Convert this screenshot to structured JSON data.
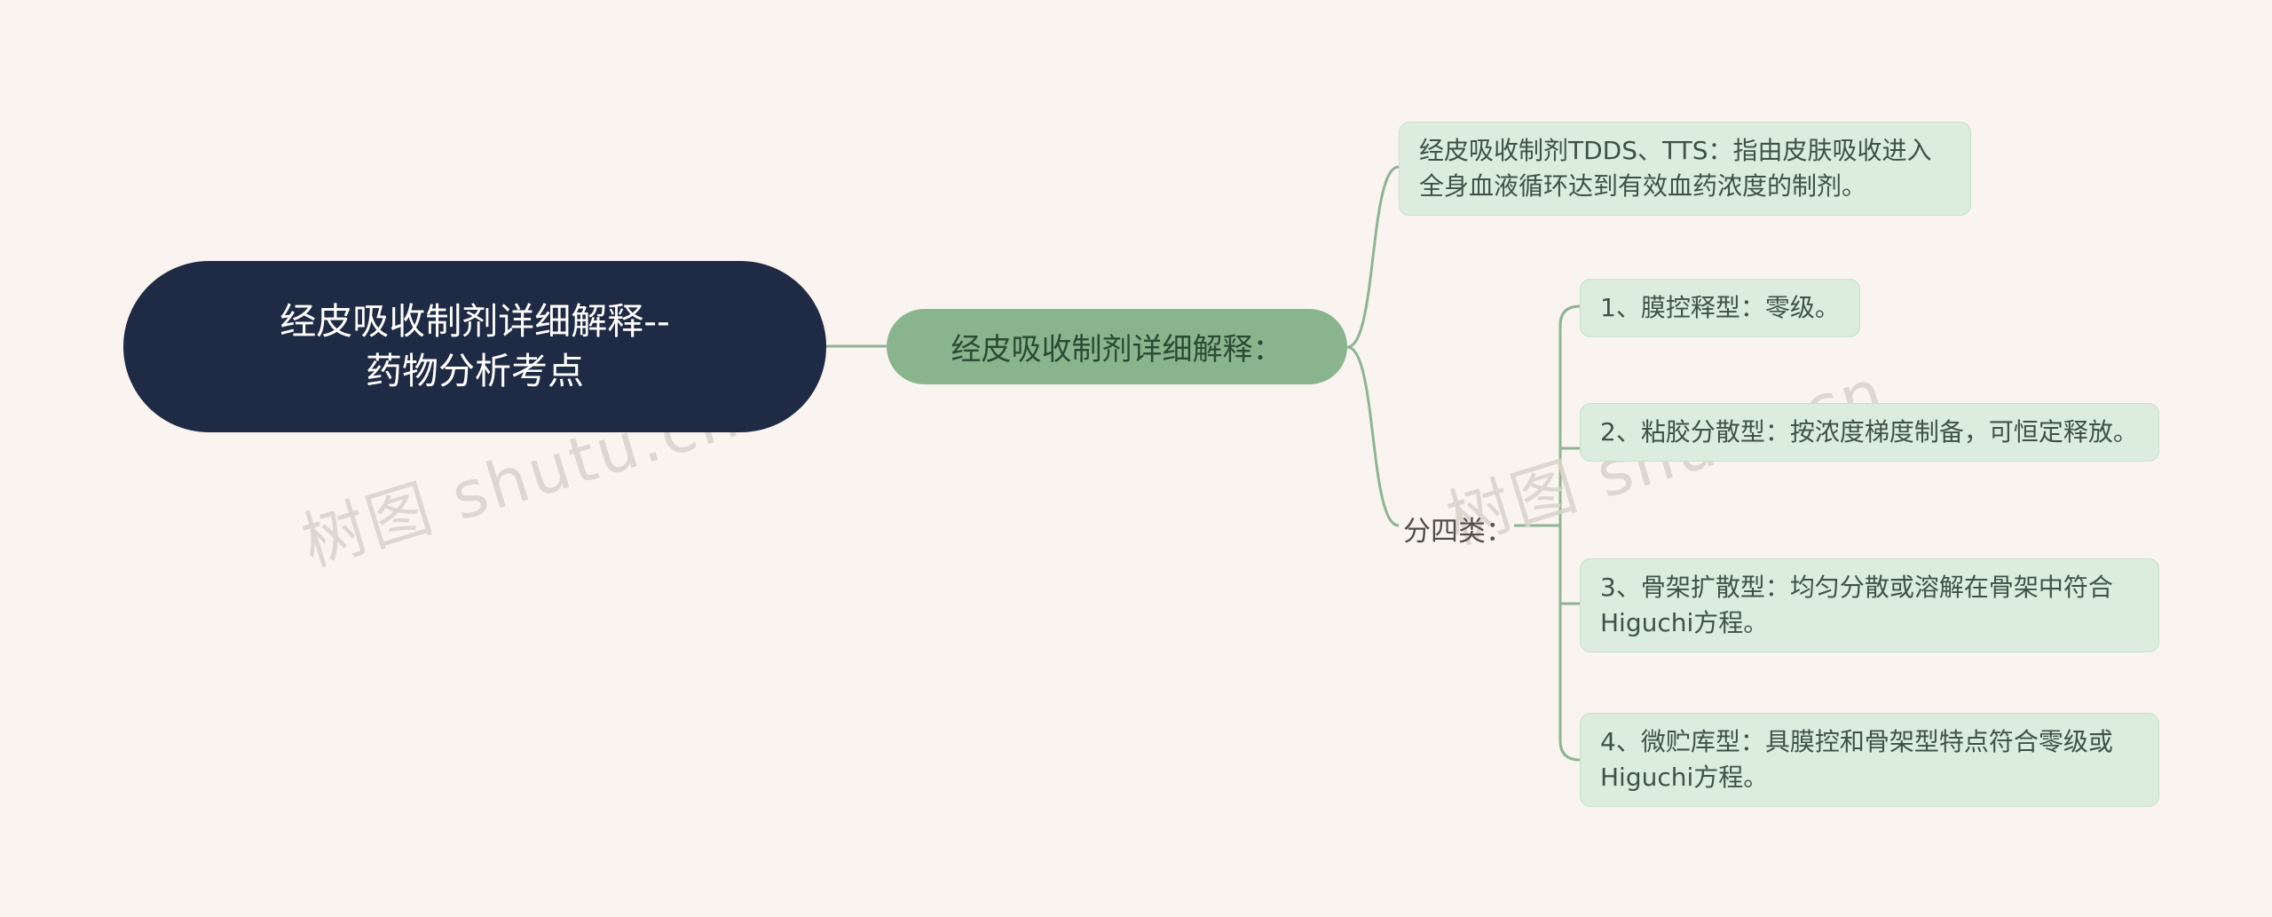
{
  "watermark": {
    "text": "树图 shutu.cn"
  },
  "root": {
    "line1": "经皮吸收制剂详细解释--",
    "line2": "药物分析考点"
  },
  "center": {
    "label": "经皮吸收制剂详细解释："
  },
  "definition": {
    "text": "经皮吸收制剂TDDS、TTS：指由皮肤吸收进入全身血液循环达到有效血药浓度的制剂。"
  },
  "category_label": {
    "text": "分四类："
  },
  "items": [
    {
      "text": "1、膜控释型：零级。"
    },
    {
      "text": "2、粘胶分散型：按浓度梯度制备，可恒定释放。"
    },
    {
      "text": "3、骨架扩散型：均匀分散或溶解在骨架中符合Higuchi方程。"
    },
    {
      "text": "4、微贮库型：具膜控和骨架型特点符合零级或Higuchi方程。"
    }
  ],
  "colors": {
    "background": "#faf4f0",
    "root_fill": "#1f2a44",
    "root_text": "#ffffff",
    "center_fill": "#8ab48e",
    "center_text": "#2b4a33",
    "leaf_fill": "#dcedde",
    "leaf_text": "#3f5246",
    "connector": "#8fb394",
    "watermark": "#d9d2cc"
  }
}
